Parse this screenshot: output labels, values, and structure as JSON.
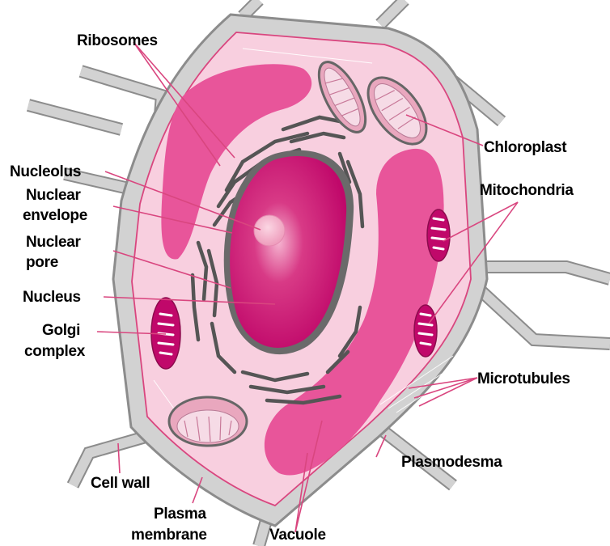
{
  "colors": {
    "cell_wall": "#d2d2d2",
    "wall_edge": "#8c8c8c",
    "cytoplasm": "#f8cfdf",
    "vacuole": "#e8559a",
    "nucleus": "#c8106e",
    "nucleolus": "#f6b8cf",
    "organelle": "#e9a7be",
    "leader_line": "#d9467f",
    "er": "#555555"
  },
  "labels": {
    "ribosomes": "Ribosomes",
    "nucleolus": "Nucleolus",
    "nuclear_envelope_1": "Nuclear",
    "nuclear_envelope_2": "envelope",
    "nuclear_pore_1": "Nuclear",
    "nuclear_pore_2": "pore",
    "nucleus": "Nucleus",
    "golgi_1": "Golgi",
    "golgi_2": "complex",
    "cell_wall": "Cell wall",
    "plasma_membrane_1": "Plasma",
    "plasma_membrane_2": "membrane",
    "vacuole": "Vacuole",
    "chloroplast": "Chloroplast",
    "mitochondria": "Mitochondria",
    "microtubules": "Microtubules",
    "plasmodesma": "Plasmodesma"
  }
}
